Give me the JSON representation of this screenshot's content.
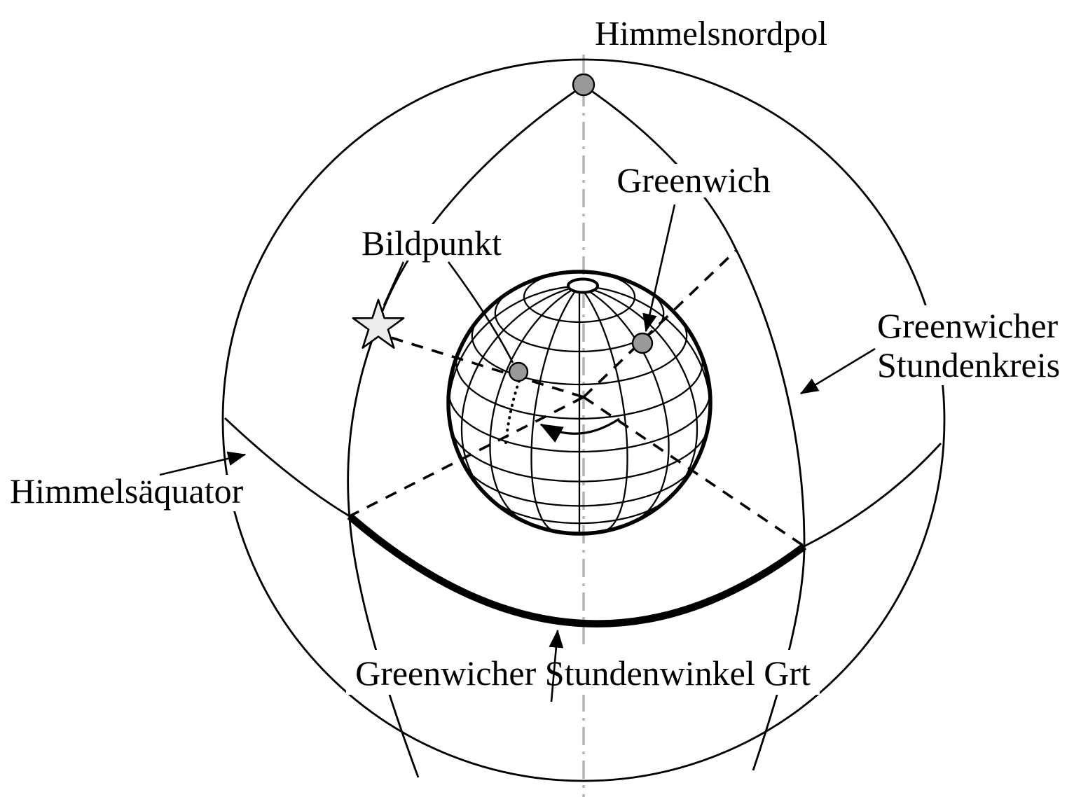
{
  "diagram": {
    "title": "Celestial sphere / Greenwich hour angle diagram",
    "labels": {
      "himmelsnordpol": "Himmelsnordpol",
      "greenwich": "Greenwich",
      "bildpunkt": "Bildpunkt",
      "stundenkreis_line1": "Greenwicher",
      "stundenkreis_line2": "Stundenkreis",
      "himmelsaequator": "Himmelsäquator",
      "stundenwinkel": "Greenwicher Stundenwinkel Grt"
    },
    "markers": {
      "celestial_north_pole_dot": "gray dot at top of axis",
      "greenwich_dot": "gray dot on globe (Greenwich)",
      "bildpunkt_dot": "gray dot on globe (substellar point)",
      "star": "five-pointed star (celestial body)"
    },
    "colors": {
      "line": "#000000",
      "dot_fill": "#999999",
      "star_fill": "#ededed",
      "axis_gray": "#b3b3b3",
      "background": "#ffffff"
    }
  }
}
